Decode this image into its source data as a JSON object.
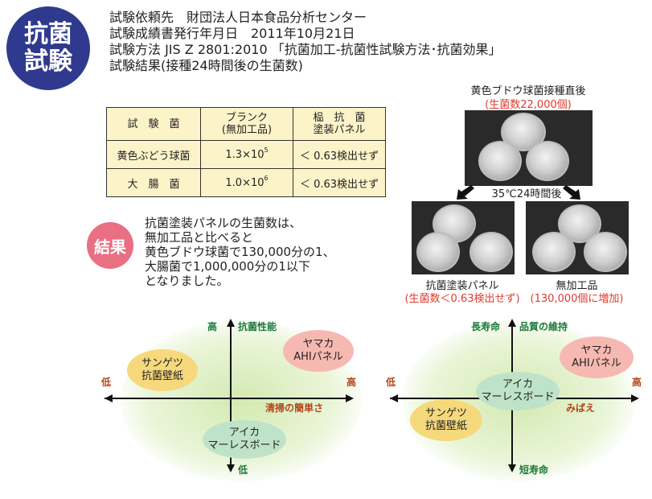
{
  "badge": {
    "line1": "抗菌",
    "line2": "試験"
  },
  "info": {
    "line1": "試験依頼先　財団法人日本食品分析センター",
    "line2": "試験成績書発行年月日　2011年10月21日",
    "line3": "試験方法 JIS Z 2801:2010 「抗菌加工-抗菌性試験方法･抗菌効果」",
    "line4": "試験結果(接種24時間後の生菌数)"
  },
  "table": {
    "head_col1": "試　験　菌",
    "head_col2_a": "ブランク",
    "head_col2_b": "(無加工品)",
    "head_col3_a": "榀　抗　菌",
    "head_col3_b": "塗装パネル",
    "row1": {
      "name": "黄色ぶどう球菌",
      "blank_base": "1.3×10",
      "blank_exp": "5",
      "panel": "＜ 0.63検出せず"
    },
    "row2": {
      "name": "大　腸　菌",
      "blank_base": "1.0×10",
      "blank_exp": "6",
      "panel": "＜ 0.63検出せず"
    }
  },
  "result": {
    "badge": "結果",
    "line1": "抗菌塗装パネルの生菌数は、",
    "line2": "無加工品と比べると",
    "line3": "黄色ブドウ球菌で130,000分の1、",
    "line4": "大腸菌で1,000,000分の1以下",
    "line5": "となりました。"
  },
  "photos": {
    "top_caption": "黄色ブドウ球菌接種直後",
    "top_count": "(生菌数22,000個)",
    "arrow_label": "35℃24時間後",
    "left_caption": "抗菌塗装パネル",
    "left_count": "(生菌数＜0.63検出せず)",
    "right_caption": "無加工品",
    "right_count": "(130,000個に増加)"
  },
  "diagram1": {
    "top": "高",
    "top_label": "抗菌性能",
    "bottom": "低",
    "left": "低",
    "right": "高",
    "x_label": "清掃の簡単さ",
    "items": [
      {
        "line1": "サンゲツ",
        "line2": "抗菌壁紙"
      },
      {
        "line1": "ヤマカ",
        "line2": "AHIパネル"
      },
      {
        "line1": "アイカ",
        "line2": "マーレスボード"
      }
    ]
  },
  "diagram2": {
    "top": "長寿命",
    "top_label": "品質の維持",
    "bottom_label": "短寿命",
    "left": "低",
    "right": "高",
    "x_label": "みばえ",
    "items": [
      {
        "line1": "ヤマカ",
        "line2": "AHIパネル"
      },
      {
        "line1": "アイカ",
        "line2": "マーレスボード"
      },
      {
        "line1": "サンゲツ",
        "line2": "抗菌壁紙"
      }
    ]
  },
  "colors": {
    "badge": "#2f3a8f",
    "result": "#e96f82",
    "green_text": "#1b7a3a",
    "brown_text": "#b5431b",
    "red_text": "#e03a2e"
  }
}
